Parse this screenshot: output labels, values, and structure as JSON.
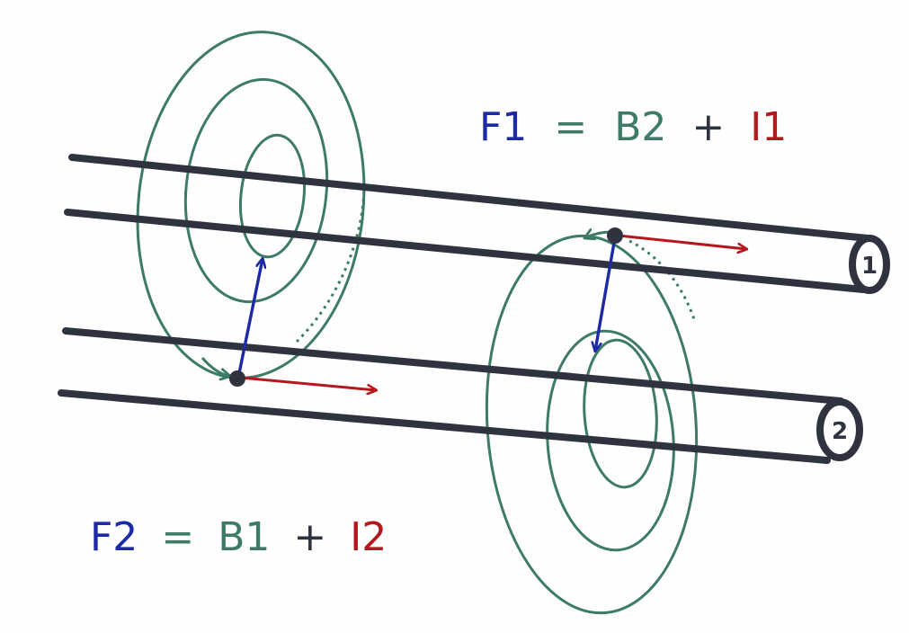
{
  "colors": {
    "wire": "#2f3340",
    "field": "#3e7b66",
    "force": "#1d2aa6",
    "current": "#b3191c",
    "background": "#fefefe"
  },
  "wires": [
    {
      "name": "wire-1",
      "label": "1"
    },
    {
      "name": "wire-2",
      "label": "2"
    }
  ],
  "equations": {
    "eq1": {
      "force": "F1",
      "equals": "=",
      "field": "B2",
      "plus": "+",
      "current": "I1"
    },
    "eq2": {
      "force": "F2",
      "equals": "=",
      "field": "B1",
      "plus": "+",
      "current": "I2"
    }
  }
}
